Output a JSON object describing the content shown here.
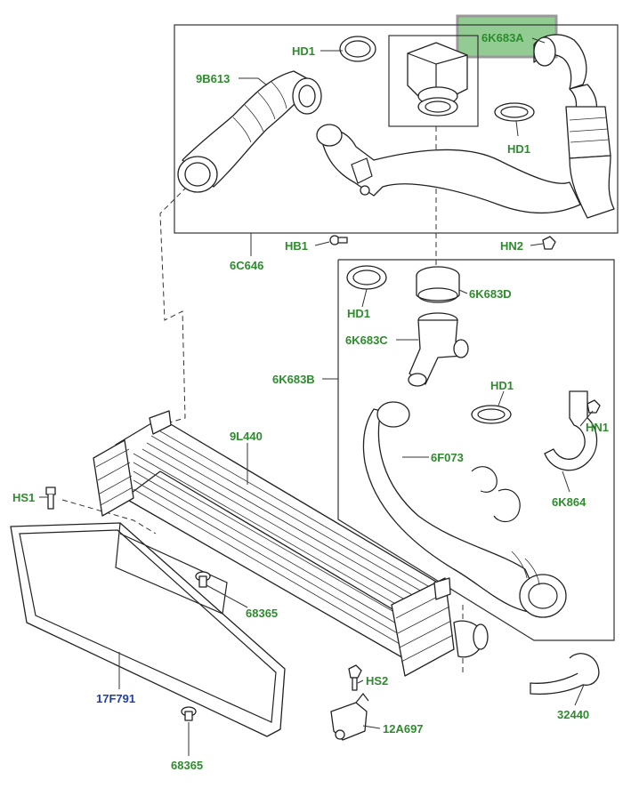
{
  "labels": {
    "p_6k683a": "6K683A",
    "p_hd1_top": "HD1",
    "p_9b613": "9B613",
    "p_hd1_right": "HD1",
    "p_6c646": "6C646",
    "p_hb1": "HB1",
    "p_hn2": "HN2",
    "p_hd1_mid": "HD1",
    "p_6k683d": "6K683D",
    "p_6k683c": "6K683C",
    "p_6k683b": "6K683B",
    "p_hd1_lower": "HD1",
    "p_hn1": "HN1",
    "p_9l440": "9L440",
    "p_6f073": "6F073",
    "p_hs1": "HS1",
    "p_6k864": "6K864",
    "p_68365_a": "68365",
    "p_17f791": "17F791",
    "p_hs2": "HS2",
    "p_32440": "32440",
    "p_12a697": "12A697",
    "p_68365_b": "68365"
  },
  "colors": {
    "label": "#2e8b2e",
    "label_alt": "#1f3ea8",
    "highlight": "#7fc47f"
  }
}
